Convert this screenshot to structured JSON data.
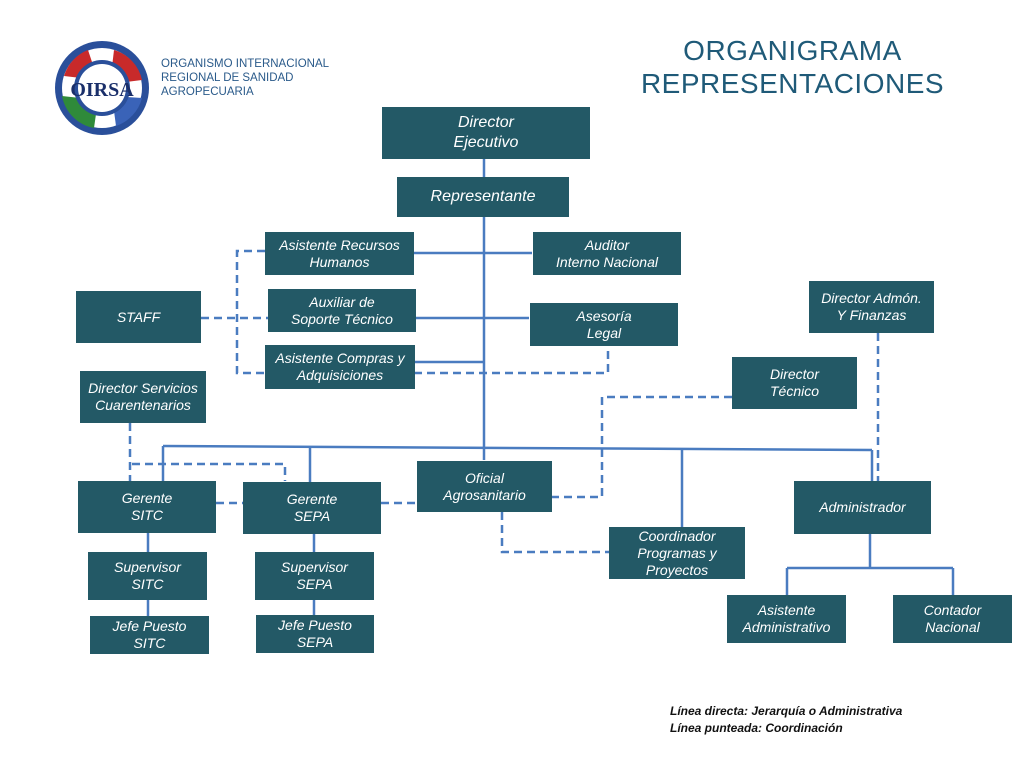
{
  "header": {
    "org_name": "ORGANISMO INTERNACIONAL\nREGIONAL DE SANIDAD\nAGROPECUARIA",
    "title": "ORGANIGRAMA\nREPRESENTACIONES",
    "logo_text": "OIRSA"
  },
  "colors": {
    "box_fill": "#235966",
    "line": "#4a7cc0",
    "title": "#1f5a78",
    "org_text": "#2a5a8a"
  },
  "nodes": {
    "director_ejecutivo": "Director\nEjecutivo",
    "representante": "Representante",
    "asistente_rrhh": "Asistente Recursos\nHumanos",
    "auditor": "Auditor\nInterno Nacional",
    "staff": "STAFF",
    "auxiliar_soporte": "Auxiliar de\nSoporte Técnico",
    "asesoria_legal": "Asesoría\nLegal",
    "asistente_compras": "Asistente Compras y\nAdquisiciones",
    "director_admon": "Director Admón.\nY Finanzas",
    "director_servicios": "Director Servicios\nCuarentenarios",
    "director_tecnico": "Director\nTécnico",
    "gerente_sitc": "Gerente\nSITC",
    "gerente_sepa": "Gerente\nSEPA",
    "oficial_agrosanitario": "Oficial\nAgrosanitario",
    "administrador": "Administrador",
    "coordinador": "Coordinador\nProgramas y\nProyectos",
    "supervisor_sitc": "Supervisor\nSITC",
    "supervisor_sepa": "Supervisor\nSEPA",
    "asistente_admin": "Asistente\nAdministrativo",
    "contador": "Contador\nNacional",
    "jefe_sitc": "Jefe Puesto\nSITC",
    "jefe_sepa": "Jefe Puesto\nSEPA"
  },
  "legend": {
    "solid": "Línea directa: Jerarquía o Administrativa",
    "dashed": "Línea punteada: Coordinación"
  }
}
